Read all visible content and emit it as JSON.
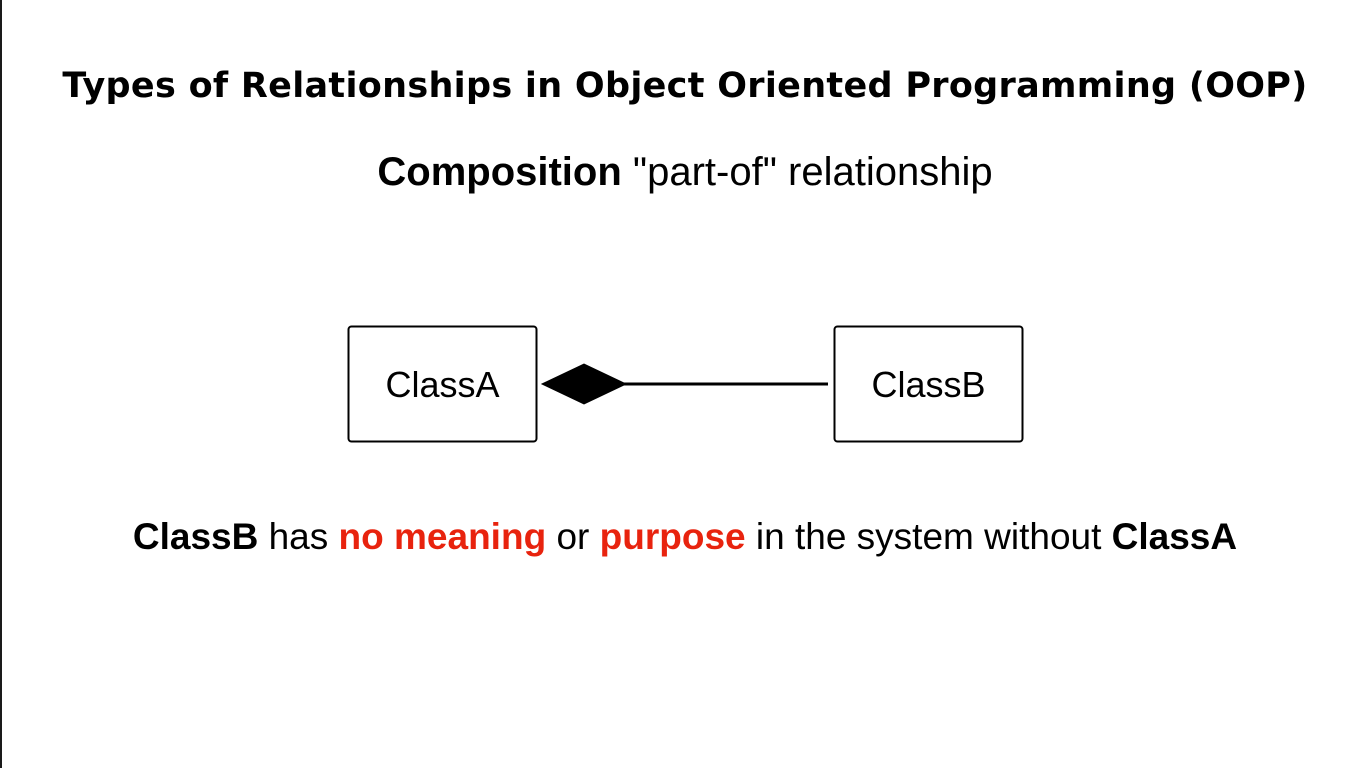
{
  "title": "Types of Relationships in Object Oriented Programming (OOP)",
  "subtitle": {
    "term": "Composition",
    "rest": " \"part-of\" relationship"
  },
  "diagram": {
    "class_a": "ClassA",
    "class_b": "ClassB",
    "relationship": "composition",
    "diamond_color": "#000000"
  },
  "caption": {
    "part1": "ClassB",
    "part2": " has ",
    "part3": "no meaning",
    "part4": " or ",
    "part5": "purpose",
    "part6": " in the system without ",
    "part7": "ClassA",
    "accent_color": "#e8230e"
  }
}
